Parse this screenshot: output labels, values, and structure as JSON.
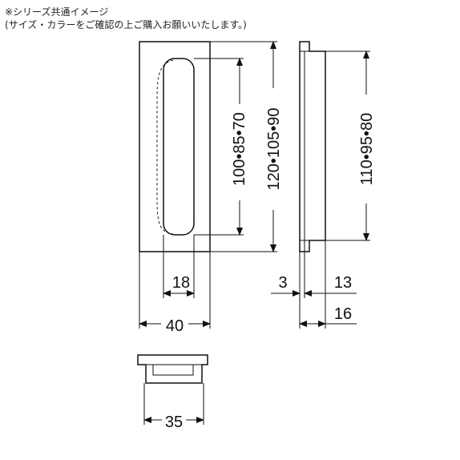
{
  "notes": {
    "line1": "※シリーズ共通イメージ",
    "line2": "(サイズ・カラーをご確認の上ご購入お願いいたします。)"
  },
  "dimensions": {
    "inner_height": "100•85•70",
    "outer_height": "120•105•90",
    "side_height": "110•95•80",
    "inner_width": "18",
    "outer_width": "40",
    "depth_small": "3",
    "depth_mid": "13",
    "depth_total": "16",
    "bottom_width": "35"
  },
  "colors": {
    "line": "#111111",
    "background": "#ffffff"
  }
}
